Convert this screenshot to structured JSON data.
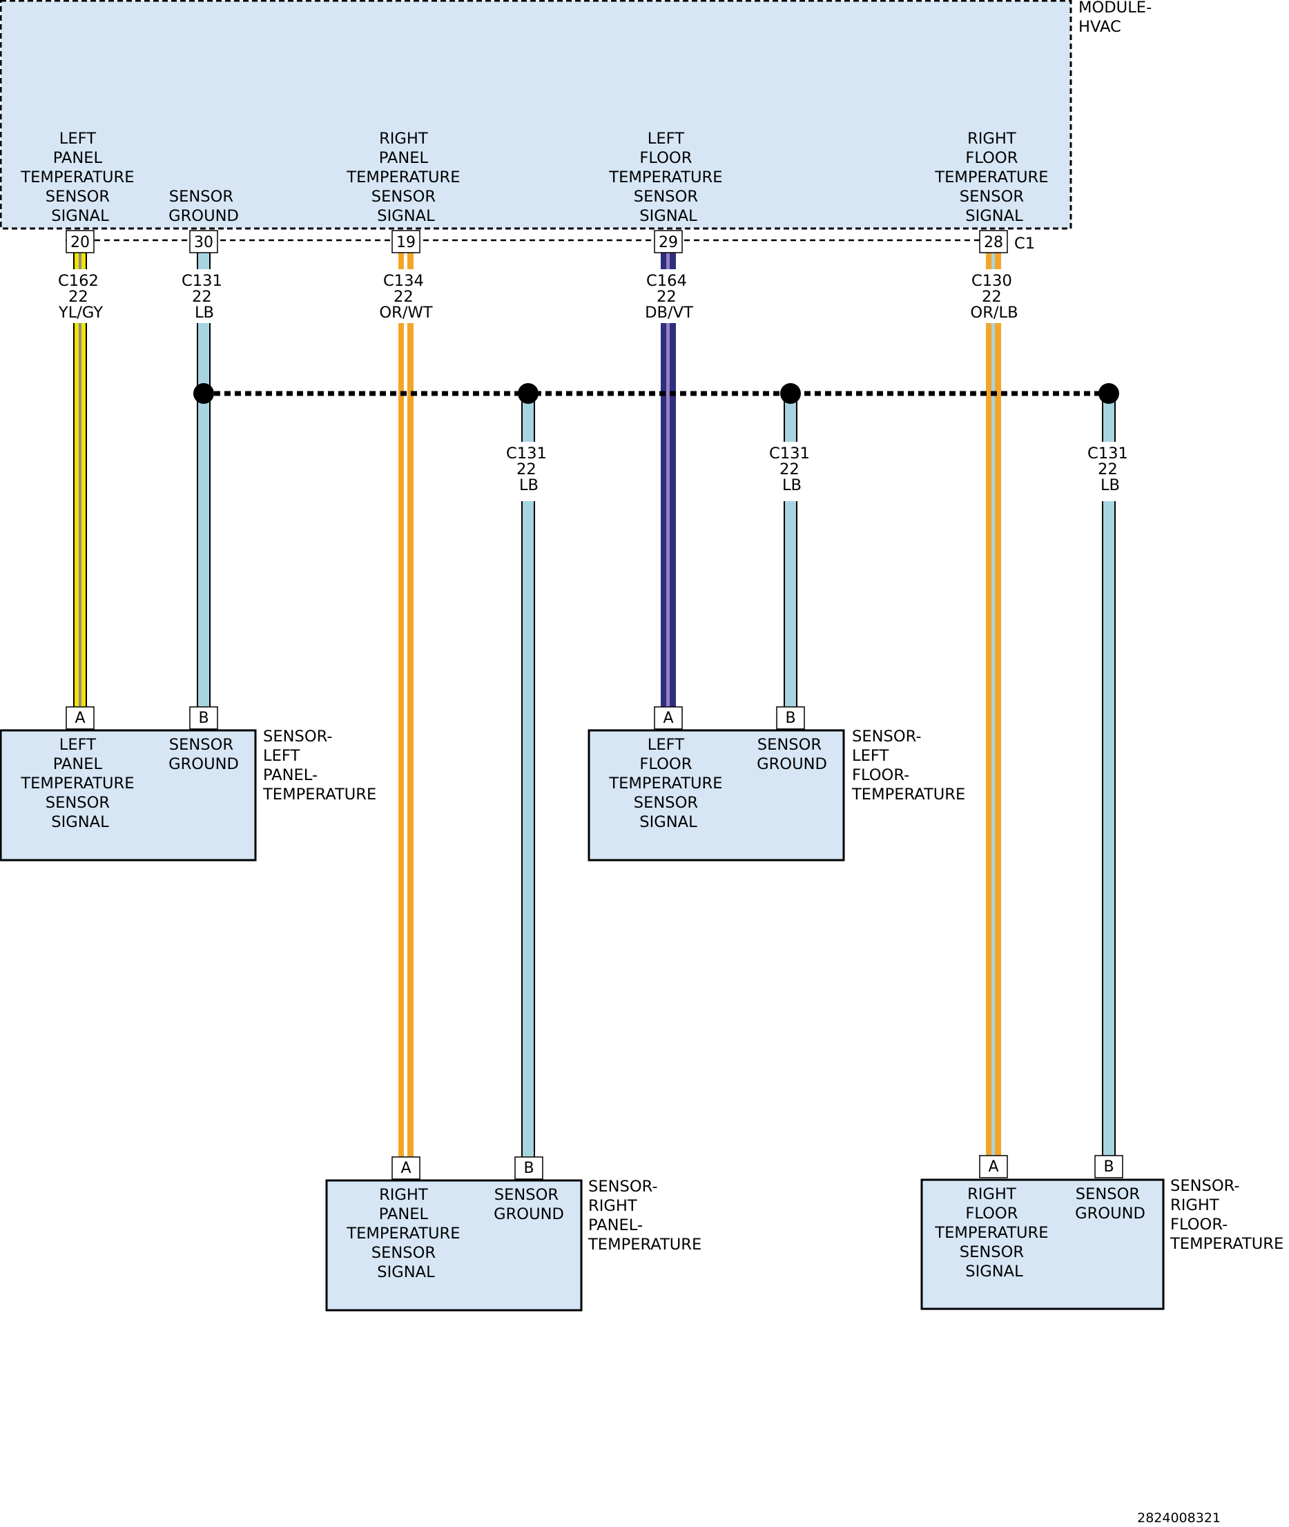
{
  "module": {
    "name_lines": [
      "MODULE-",
      "HVAC"
    ],
    "connector_label": "C1",
    "pin_labels": [
      [
        "LEFT",
        "PANEL",
        "TEMPERATURE",
        "SENSOR",
        "SIGNAL"
      ],
      [
        "SENSOR",
        "GROUND"
      ],
      [
        "RIGHT",
        "PANEL",
        "TEMPERATURE",
        "SENSOR",
        "SIGNAL"
      ],
      [
        "LEFT",
        "FLOOR",
        "TEMPERATURE",
        "SENSOR",
        "SIGNAL"
      ],
      [
        "RIGHT",
        "FLOOR",
        "TEMPERATURE",
        "SENSOR",
        "SIGNAL"
      ]
    ],
    "pins": [
      "20",
      "30",
      "19",
      "29",
      "28"
    ]
  },
  "wires": [
    {
      "circuit": "C162",
      "gauge": "22",
      "color_code": "YL/GY",
      "colors": [
        "#f2e200",
        "#8c8c8c"
      ]
    },
    {
      "circuit": "C131",
      "gauge": "22",
      "color_code": "LB",
      "colors": [
        "#a8d4e0",
        "#a8d4e0"
      ]
    },
    {
      "circuit": "C134",
      "gauge": "22",
      "color_code": "OR/WT",
      "colors": [
        "#f3a52a",
        "#ffffff"
      ]
    },
    {
      "circuit": "C164",
      "gauge": "22",
      "color_code": "DB/VT",
      "colors": [
        "#2e2f7f",
        "#9a7ec0"
      ]
    },
    {
      "circuit": "C130",
      "gauge": "22",
      "color_code": "OR/LB",
      "colors": [
        "#f3a52a",
        "#a8d4e0"
      ]
    }
  ],
  "ground_branches": [
    {
      "circuit": "C131",
      "gauge": "22",
      "color_code": "LB"
    },
    {
      "circuit": "C131",
      "gauge": "22",
      "color_code": "LB"
    },
    {
      "circuit": "C131",
      "gauge": "22",
      "color_code": "LB"
    }
  ],
  "sensors": [
    {
      "name_lines": [
        "SENSOR-",
        "LEFT",
        "PANEL-",
        "TEMPERATURE"
      ],
      "pin_a": "A",
      "pin_b": "B",
      "pin_a_lines": [
        "LEFT",
        "PANEL",
        "TEMPERATURE",
        "SENSOR",
        "SIGNAL"
      ],
      "pin_b_lines": [
        "SENSOR",
        "GROUND"
      ]
    },
    {
      "name_lines": [
        "SENSOR-",
        "LEFT",
        "FLOOR-",
        "TEMPERATURE"
      ],
      "pin_a": "A",
      "pin_b": "B",
      "pin_a_lines": [
        "LEFT",
        "FLOOR",
        "TEMPERATURE",
        "SENSOR",
        "SIGNAL"
      ],
      "pin_b_lines": [
        "SENSOR",
        "GROUND"
      ]
    },
    {
      "name_lines": [
        "SENSOR-",
        "RIGHT",
        "PANEL-",
        "TEMPERATURE"
      ],
      "pin_a": "A",
      "pin_b": "B",
      "pin_a_lines": [
        "RIGHT",
        "PANEL",
        "TEMPERATURE",
        "SENSOR",
        "SIGNAL"
      ],
      "pin_b_lines": [
        "SENSOR",
        "GROUND"
      ]
    },
    {
      "name_lines": [
        "SENSOR-",
        "RIGHT",
        "FLOOR-",
        "TEMPERATURE"
      ],
      "pin_a": "A",
      "pin_b": "B",
      "pin_a_lines": [
        "RIGHT",
        "FLOOR",
        "TEMPERATURE",
        "SENSOR",
        "SIGNAL"
      ],
      "pin_b_lines": [
        "SENSOR",
        "GROUND"
      ]
    }
  ],
  "figure_id": "2824008321",
  "colors": {
    "module_fill": "#d6e6f5",
    "sensor_fill": "#d6e6f5",
    "splice_dot": "#000000",
    "outline": "#000000"
  }
}
